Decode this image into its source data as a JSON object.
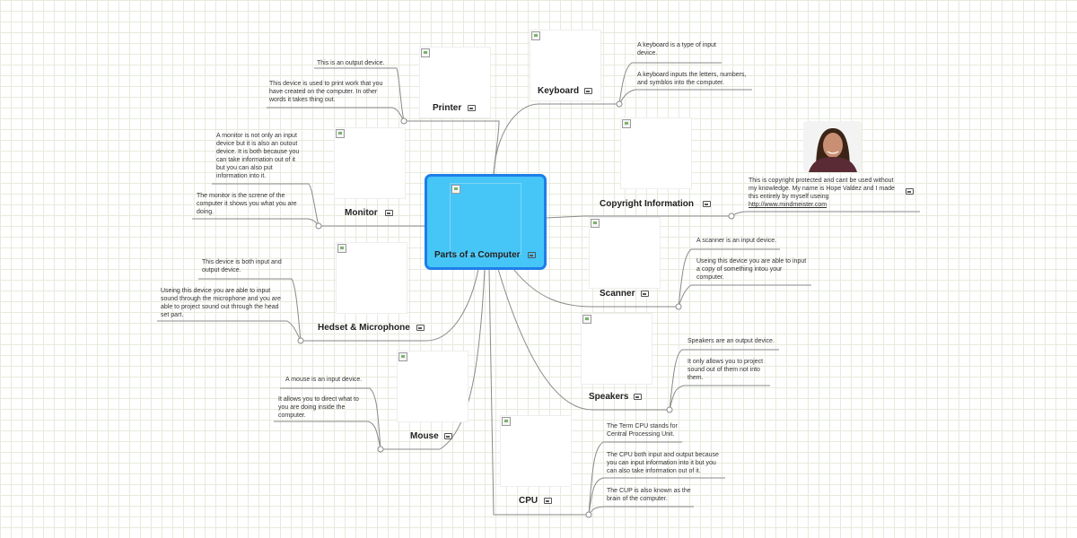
{
  "central": {
    "title": "Parts of a Computer"
  },
  "nodes": {
    "printer": {
      "title": "Printer",
      "notes": [
        "This is an output device.",
        "This device is used to print work that you have created on the computer. In other words it takes thing out."
      ]
    },
    "keyboard": {
      "title": "Keyboard",
      "notes": [
        "A keyboard is a type of input device.",
        "A keyboard inputs the letters, numbers, and symblos into the computer."
      ]
    },
    "monitor": {
      "title": "Monitor",
      "notes": [
        "A monitor is not only an input device but it is also an outout device. It is both because you can take information out of it but you can also put information into it.",
        "The monitor is the screne of the computer it shows you what you are doing."
      ]
    },
    "copyright": {
      "title": "Copyright Information",
      "notes": [
        "This is copyright protected and cant be used without my knowledge. My name is Hope Valdez and I made this entirely by myself useing"
      ],
      "link": "http://www.mindmeister.com"
    },
    "headset": {
      "title": "Hedset & Microphone",
      "notes": [
        "This device is both input and output device.",
        "Useing this device you are able to input sound through the microphone and you are able to project sound out through the head set part."
      ]
    },
    "scanner": {
      "title": "Scanner",
      "notes": [
        "A scanner is an input device.",
        "Useing this device you are able to input a copy of something intou your computer."
      ]
    },
    "speakers": {
      "title": "Speakers",
      "notes": [
        "Speakers are an output device.",
        "It only allows you to project sound out of them not into them."
      ]
    },
    "mouse": {
      "title": "Mouse",
      "notes": [
        "A mouse is an input device.",
        "It allows you to direct what to you are doing inside the computer."
      ]
    },
    "cpu": {
      "title": "CPU",
      "notes": [
        "The Term CPU stands for Central Processing Unit.",
        "The CPU both input and output because you can input information into it but you can also take information out of it.",
        "The CUP is also known as the brain of the computer."
      ]
    }
  },
  "colors": {
    "central_fill": "#45c6f7",
    "central_border": "#1e7ee9",
    "connector": "#8a8a8a",
    "grid": "#e6ebdc"
  },
  "icons": [
    "image-icon",
    "broken-image-icon",
    "collapse-handle-icon"
  ]
}
